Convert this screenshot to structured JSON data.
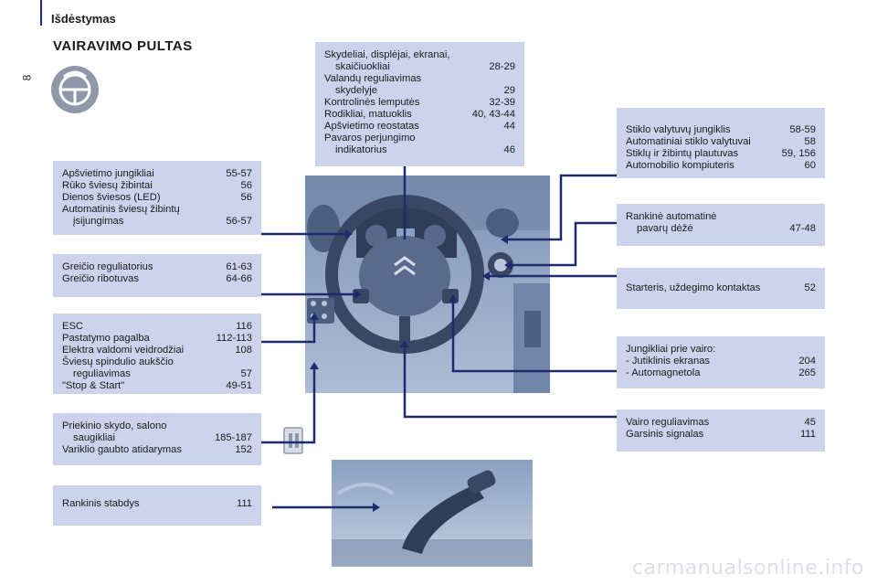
{
  "header": {
    "section": "Išdėstymas",
    "page_number": "8",
    "title": "VAIRAVIMO PULTAS"
  },
  "boxes": {
    "top_center": [
      {
        "text": "Skydeliai, displėjai, ekranai,",
        "page": ""
      },
      {
        "text": "skaičiuokliai",
        "page": "28-29",
        "indent": true
      },
      {
        "text": "Valandų reguliavimas",
        "page": ""
      },
      {
        "text": "skydelyje",
        "page": "29",
        "indent": true
      },
      {
        "text": "Kontrolinės lemputės",
        "page": "32-39"
      },
      {
        "text": "Rodikliai, matuoklis",
        "page": "40, 43-44"
      },
      {
        "text": "Apšvietimo reostatas",
        "page": "44"
      },
      {
        "text": "Pavaros perjungimo",
        "page": ""
      },
      {
        "text": "indikatorius",
        "page": "46",
        "indent": true
      }
    ],
    "lighting": [
      {
        "text": "Apšvietimo jungikliai",
        "page": "55-57"
      },
      {
        "text": "Rūko šviesų žibintai",
        "page": "56"
      },
      {
        "text": "Dienos šviesos (LED)",
        "page": "56"
      },
      {
        "text": "Automatinis šviesų žibintų",
        "page": ""
      },
      {
        "text": "įsijungimas",
        "page": "56-57",
        "indent": true
      }
    ],
    "speed": [
      {
        "text": "Greičio reguliatorius",
        "page": "61-63"
      },
      {
        "text": "Greičio ribotuvas",
        "page": "64-66"
      }
    ],
    "esc": [
      {
        "text": "ESC",
        "page": "116"
      },
      {
        "text": "Pastatymo pagalba",
        "page": "112-113"
      },
      {
        "text": "Elektra valdomi veidrodžiai",
        "page": "108"
      },
      {
        "text": "Šviesų spindulio aukščio",
        "page": ""
      },
      {
        "text": "reguliavimas",
        "page": "57",
        "indent": true
      },
      {
        "text": "\"Stop & Start\"",
        "page": "49-51"
      }
    ],
    "fuse": [
      {
        "text": "Priekinio skydo, salono",
        "page": ""
      },
      {
        "text": "saugikliai",
        "page": "185-187",
        "indent": true
      },
      {
        "text": "Variklio gaubto atidarymas",
        "page": "152"
      }
    ],
    "handbrake": [
      {
        "text": "Rankinis stabdys",
        "page": "111"
      }
    ],
    "wiper": [
      {
        "text": "Stiklo valytuvų jungiklis",
        "page": "58-59"
      },
      {
        "text": "Automatiniai stiklo valytuvai",
        "page": "58"
      },
      {
        "text": "Stiklų ir žibintų plautuvas",
        "page": "59, 156"
      },
      {
        "text": "Automobilio kompiuteris",
        "page": "60"
      }
    ],
    "gearbox": [
      {
        "text": "Rankinė automatinė",
        "page": ""
      },
      {
        "text": "pavarų dėžė",
        "page": "47-48",
        "indent": true
      }
    ],
    "starter": [
      {
        "text": "Starteris, uždegimo kontaktas",
        "page": "52"
      }
    ],
    "wheel_switches": [
      {
        "text": "Jungikliai prie vairo:",
        "page": ""
      },
      {
        "text": "-  Jutiklinis ekranas",
        "page": "204"
      },
      {
        "text": "-  Automagnetola",
        "page": "265"
      }
    ],
    "steering": [
      {
        "text": "Vairo reguliavimas",
        "page": "45"
      },
      {
        "text": "Garsinis signalas",
        "page": "111"
      }
    ]
  },
  "watermark": "carmanualsonline.info",
  "colors": {
    "box_bg": "#cdd3ec",
    "line": "#1e2a6e",
    "photo_bg": "#9fb3d1"
  }
}
